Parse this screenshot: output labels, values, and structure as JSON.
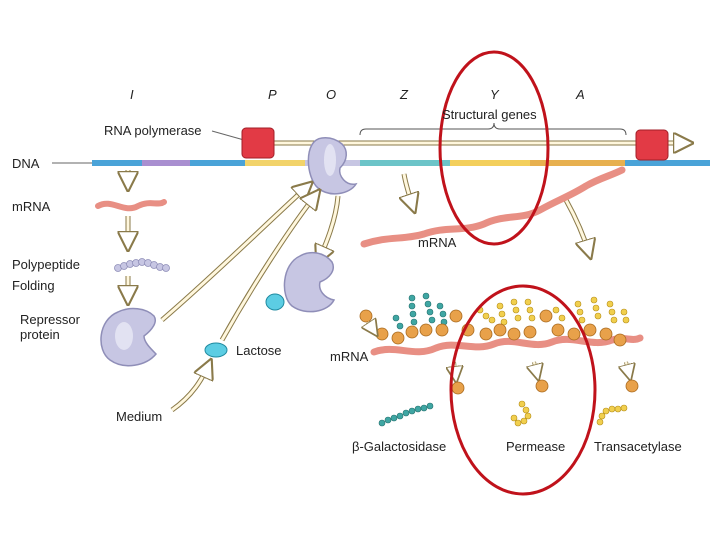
{
  "genes": {
    "i": "I",
    "p": "P",
    "o": "O",
    "z": "Z",
    "y": "Y",
    "a": "A"
  },
  "labels": {
    "rna_polymerase": "RNA polymerase",
    "structural_genes": "Structural genes",
    "dna": "DNA",
    "mrna_left": "mRNA",
    "mrna_middle": "mRNA",
    "mrna_bottom": "mRNA",
    "polypeptide": "Polypeptide",
    "folding": "Folding",
    "repressor_protein": "Repressor protein",
    "lactose": "Lactose",
    "medium": "Medium",
    "beta_galactosidase": "β-Galactosidase",
    "permease": "Permease",
    "transacetylase": "Transacetylase"
  },
  "colors": {
    "dna_blue": "#4aa3d8",
    "i_region": "#a98fd0",
    "p_region": "#f2d36a",
    "z_region": "#6cc4c8",
    "y_region": "#f3cf5c",
    "a_region": "#e7b04f",
    "polymerase": "#e23a45",
    "repressor": "#c7c6e3",
    "mrna": "#e88f84",
    "bead_orange": "#e8a14a",
    "bead_teal": "#3fa6a3",
    "bead_yellow": "#f1cf4e",
    "lactose": "#5ccde3",
    "highlight": "#c0121b"
  }
}
